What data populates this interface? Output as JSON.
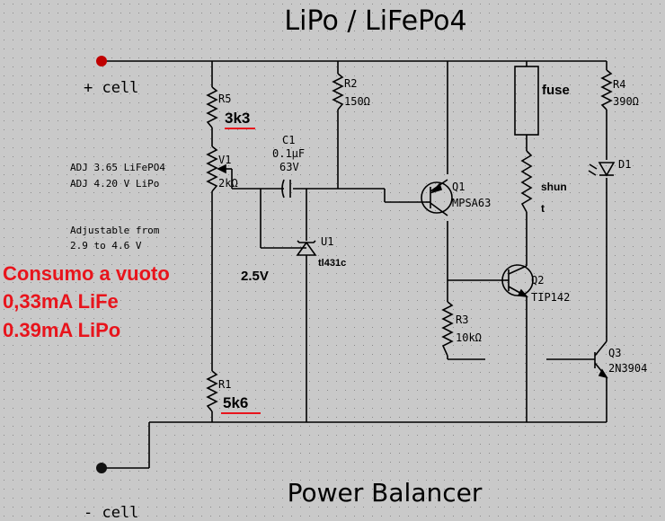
{
  "title": "LiPo / LiFePo4",
  "footer": "Power Balancer",
  "terminals": {
    "plus": "+ cell",
    "minus": "- cell"
  },
  "notes": {
    "adj1": "ADJ 3.65 LiFePO4",
    "adj2": "ADJ 4.20 V LiPo",
    "adjustable1": "Adjustable from",
    "adjustable2": "2.9 to 4.6 V",
    "vref": "2.5V"
  },
  "consumption": {
    "line1": "Consumo a vuoto",
    "line2": "0,33mA LiFe",
    "line3": "0.39mA LiPo",
    "color": "#e8141c"
  },
  "components": {
    "r5": {
      "ref": "R5",
      "value": "3k3"
    },
    "v1": {
      "ref": "V1",
      "value": "2kΩ"
    },
    "r1": {
      "ref": "R1",
      "value": "5k6"
    },
    "c1": {
      "ref": "C1",
      "value1": "0.1µF",
      "value2": "63V"
    },
    "u1": {
      "ref": "U1",
      "value": "tl431c"
    },
    "r2": {
      "ref": "R2",
      "value": "150Ω"
    },
    "q1": {
      "ref": "Q1",
      "value": "MPSA63"
    },
    "r3": {
      "ref": "R3",
      "value": "10kΩ"
    },
    "fuse": {
      "label": "fuse"
    },
    "shunt": {
      "label1": "shun",
      "label2": "t"
    },
    "q2": {
      "ref": "Q2",
      "value": "TIP142"
    },
    "r4": {
      "ref": "R4",
      "value": "390Ω"
    },
    "d1": {
      "ref": "D1"
    },
    "q3": {
      "ref": "Q3",
      "value": "2N3904"
    }
  },
  "colors": {
    "background": "#c9c9c9",
    "grid": "#8a8a8a",
    "wire": "#000000",
    "underline": "#e8141c",
    "node": "#c00000"
  }
}
